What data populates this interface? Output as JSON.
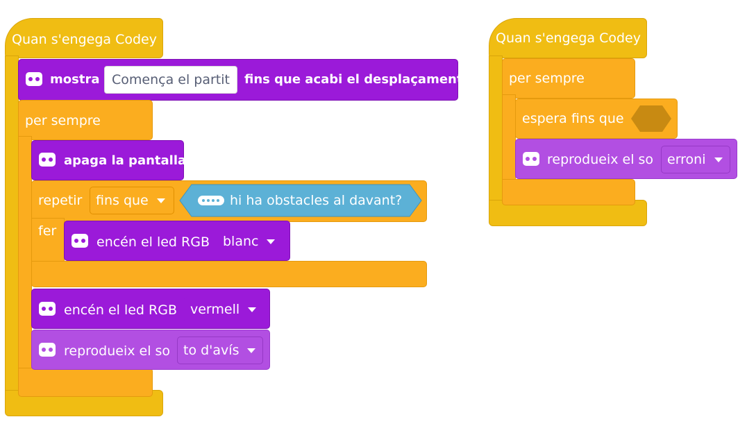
{
  "script1": {
    "hat_label": "Quan s'engega Codey",
    "show_label": "mostra",
    "show_input": "Comença el partit",
    "show_suffix": "fins que acabi el desplaçament",
    "forever_label": "per sempre",
    "clear_label": "apaga la pantalla",
    "repeat_label": "repetir",
    "repeat_mode": "fins que",
    "sensor_label": "hi ha obstacles al davant?",
    "do_label": "fer",
    "led1_label": "encén el led RGB",
    "led1_color": "blanc",
    "led2_label": "encén el led RGB",
    "led2_color": "vermell",
    "sound_label": "reprodueix el so",
    "sound_value": "to d'avís"
  },
  "script2": {
    "hat_label": "Quan s'engega Codey",
    "forever_label": "per sempre",
    "wait_label": "espera fins que",
    "sound_label": "reprodueix el so",
    "sound_value": "erroni"
  },
  "colors": {
    "event": "#f0bd13",
    "control": "#fbad1f",
    "display": "#9b1ad9",
    "speaker": "#b24fe2",
    "sensor": "#5cb1d6"
  }
}
